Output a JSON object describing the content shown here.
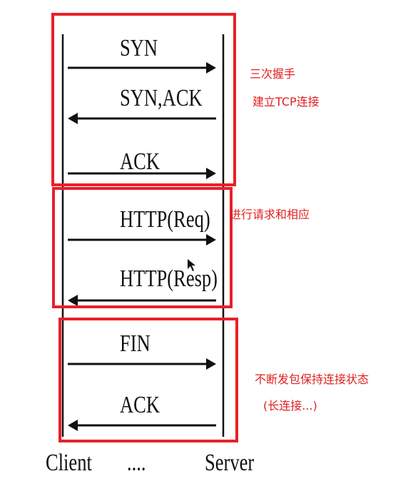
{
  "diagram": {
    "messages": [
      {
        "label": "SYN",
        "direction": "right"
      },
      {
        "label": "SYN,ACK",
        "direction": "left"
      },
      {
        "label": "ACK",
        "direction": "right"
      },
      {
        "label": "HTTP(Req)",
        "direction": "right"
      },
      {
        "label": "HTTP(Resp)",
        "direction": "left"
      },
      {
        "label": "FIN",
        "direction": "right"
      },
      {
        "label": "ACK",
        "direction": "left"
      }
    ],
    "client_label": "Client",
    "server_label": "Server",
    "ellipsis": "....",
    "annotations": {
      "handshake_line1": "三次握手",
      "handshake_line2": "建立TCP连接",
      "request_response": "进行请求和相应",
      "keepalive_line1": "不断发包保持连接状态",
      "keepalive_line2": "(长连接...)"
    },
    "colors": {
      "highlight_box": "#e8202a",
      "annotation_text": "#e02020",
      "line": "#111111"
    }
  }
}
